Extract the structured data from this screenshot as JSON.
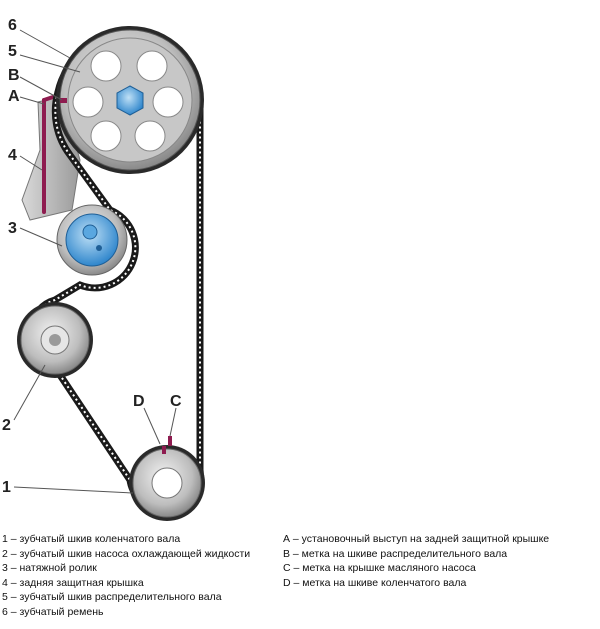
{
  "callouts": {
    "n1": "1",
    "n2": "2",
    "n3": "3",
    "n4": "4",
    "n5": "5",
    "n6": "6",
    "A": "A",
    "B": "B",
    "C": "C",
    "D": "D"
  },
  "legend_left": [
    "1 – зубчатый шкив коленчатого вала",
    "2 – зубчатый шкив насоса охлаждающей жидкости",
    "3 – натяжной ролик",
    "4 – задняя защитная крышка",
    "5 – зубчатый шкив распределительного вала",
    "6 – зубчатый ремень"
  ],
  "legend_right": [
    "А – установочный выступ на задней защитной крышке",
    "В – метка на шкиве распределительного вала",
    "С – метка на крышке масляного насоса",
    "D – метка на шкиве коленчатого вала"
  ],
  "colors": {
    "belt": "#1a1a1a",
    "pulley_metal": "#b9b9b9",
    "bolt_blue": "#3f93d6",
    "cover_accent": "#8e1b4f"
  }
}
